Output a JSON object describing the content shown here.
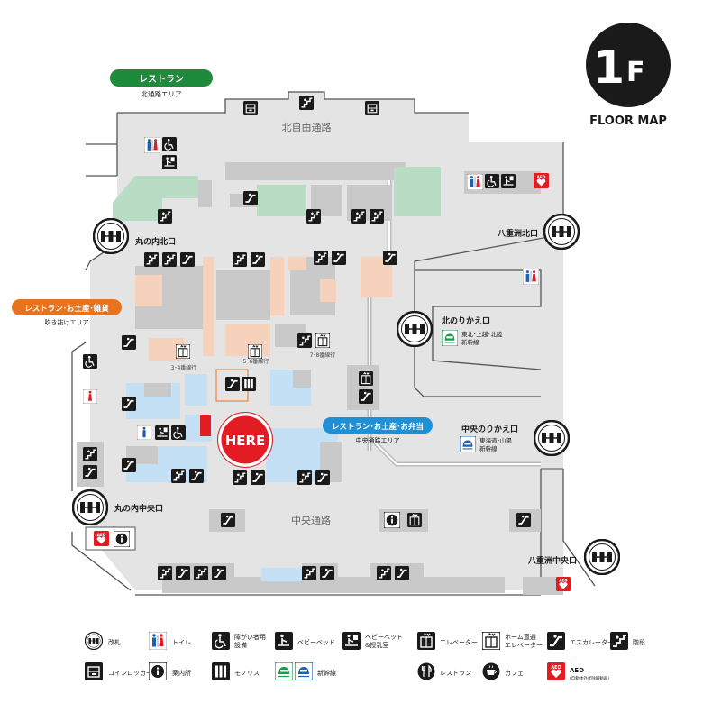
{
  "floor": {
    "number": "1",
    "suffix": "F",
    "subtitle": "FLOOR MAP"
  },
  "here": "HERE",
  "corridors": {
    "north": "北自由通路",
    "central": "中央通路"
  },
  "areas": {
    "north_restaurant": {
      "tag": "レストラン",
      "sub": "北通路エリア",
      "color": "#1e8a3c"
    },
    "atrium": {
      "tag": "レストラン･お土産･雑貨",
      "sub": "吹き抜けエリア",
      "color": "#e8731e"
    },
    "central": {
      "tag": "レストラン･お土産･お弁当",
      "sub": "中央通路エリア",
      "color": "#1f8fd6"
    }
  },
  "gates": {
    "marunouchi_north": "丸の内北口",
    "yaesu_north": "八重洲北口",
    "kita_norikae": "北のりかえ口",
    "kita_norikae_lines": [
      "東北･上越･北陸",
      "新幹線"
    ],
    "chuo_norikae": "中央のりかえ口",
    "chuo_norikae_lines": [
      "東海道･山陽",
      "新幹線"
    ],
    "marunouchi_central": "丸の内中央口",
    "yaesu_central": "八重洲中央口"
  },
  "platforms": {
    "p34": "3･4番線行",
    "p56": "5･6番線行",
    "p78": "7･8番線行"
  },
  "aed_label": "AED",
  "legend": [
    {
      "icon": "gate",
      "label": "改札"
    },
    {
      "icon": "toilet",
      "label": "トイレ"
    },
    {
      "icon": "accessible",
      "label": "障がい者用",
      "label2": "設備"
    },
    {
      "icon": "baby-bed",
      "label": "ベビーベッド"
    },
    {
      "icon": "nursing",
      "label": "ベビーベッド",
      "label2": "&授乳室"
    },
    {
      "icon": "elevator",
      "label": "エレベーター"
    },
    {
      "icon": "platform-elevator",
      "label": "ホーム直通",
      "label2": "エレベーター"
    },
    {
      "icon": "escalator",
      "label": "エスカレーター"
    },
    {
      "icon": "stairs",
      "label": "階段"
    },
    {
      "icon": "locker",
      "label": "コインロッカー"
    },
    {
      "icon": "info",
      "label": "案内所"
    },
    {
      "icon": "monolith",
      "label": "モノリス"
    },
    {
      "icon": "shinkansen",
      "label": "新幹線"
    },
    {
      "icon": "restaurant",
      "label": "レストラン"
    },
    {
      "icon": "cafe",
      "label": "カフェ"
    },
    {
      "icon": "aed",
      "label": "AED",
      "label2": "(自動体外式除細動器)"
    }
  ],
  "colors": {
    "floor_gray": "#e4e4e4",
    "shop_gray": "#c9c9c9",
    "shop_green": "#b9dcc4",
    "shop_peach": "#f6d2bc",
    "shop_blue": "#c3e0f4",
    "here_red": "#e31b23",
    "aed_red": "#e31b23"
  }
}
